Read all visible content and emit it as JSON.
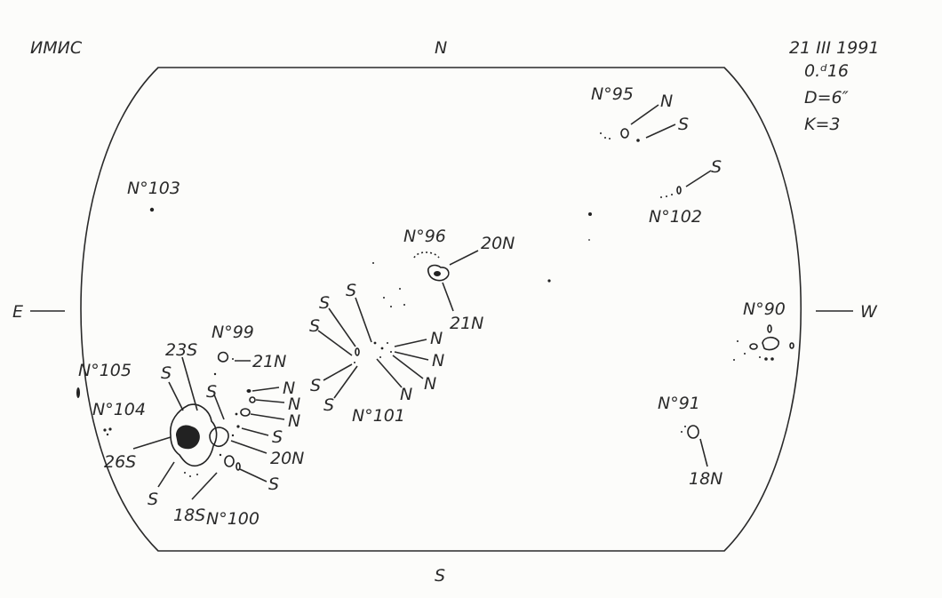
{
  "observatory": "ИМИС",
  "date": "21 III 1991",
  "time": "0.ᵈ16",
  "diameter": "D=6″",
  "k": "K=3",
  "directions": {
    "north": "N",
    "south": "S",
    "east": "E",
    "west": "W"
  },
  "regions": {
    "r95": "N°95",
    "r103": "N°103",
    "r102": "N°102",
    "r96": "N°96",
    "r90": "N°90",
    "r99": "N°99",
    "r105": "N°105",
    "r104": "N°104",
    "r101": "N°101",
    "r91": "N°91",
    "r100": "N°100"
  },
  "polarity_labels": {
    "r95_n": "N",
    "r95_s": "S",
    "r102_s": "S",
    "r96_20n": "20N",
    "r96_21n": "21N",
    "r99_21n": "21N",
    "r91_18n": "18N",
    "l_23s": "23S",
    "l_s_a": "S",
    "l_s_b": "S",
    "l_26s": "26S",
    "l_s_c": "S",
    "l_18s": "18S",
    "l_n_a": "N",
    "l_n_b": "N",
    "l_n_c": "N",
    "l_s_d": "S",
    "l_20n": "20N",
    "l_s_e": "S",
    "m_s_a": "S",
    "m_s_b": "S",
    "m_s_c": "S",
    "m_s_d": "S",
    "m_s_e": "S",
    "m_n_a": "N",
    "m_n_b": "N",
    "m_n_c": "N",
    "m_n_d": "N"
  }
}
